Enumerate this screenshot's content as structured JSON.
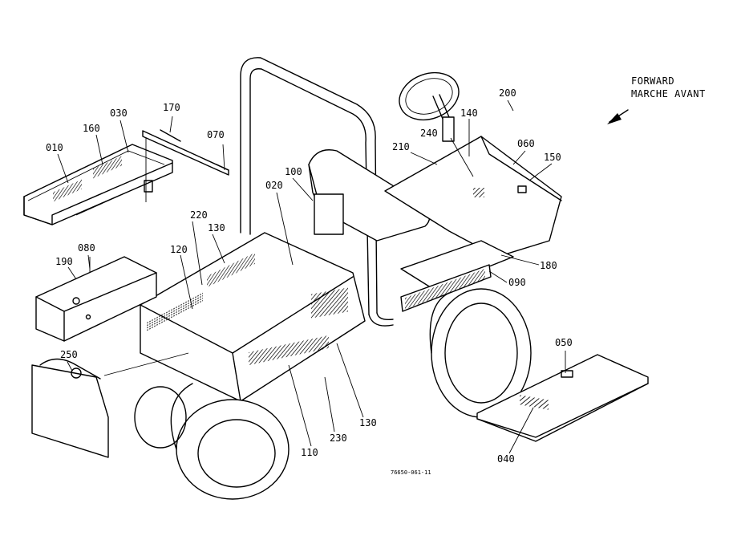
{
  "direction": {
    "line1": "FORWARD",
    "line2": "MARCHE AVANT"
  },
  "drawing_number": "76650-061-11",
  "callouts": {
    "c010": "010",
    "c160": "160",
    "c030": "030",
    "c170": "170",
    "c070": "070",
    "c020": "020",
    "c100": "100",
    "c220": "220",
    "c130a": "130",
    "c120": "120",
    "c080": "080",
    "c190": "190",
    "c200": "200",
    "c140": "140",
    "c240": "240",
    "c210": "210",
    "c060": "060",
    "c150": "150",
    "c180": "180",
    "c090": "090",
    "c050": "050",
    "c040": "040",
    "c250": "250",
    "c110": "110",
    "c230": "230",
    "c130b": "130"
  }
}
